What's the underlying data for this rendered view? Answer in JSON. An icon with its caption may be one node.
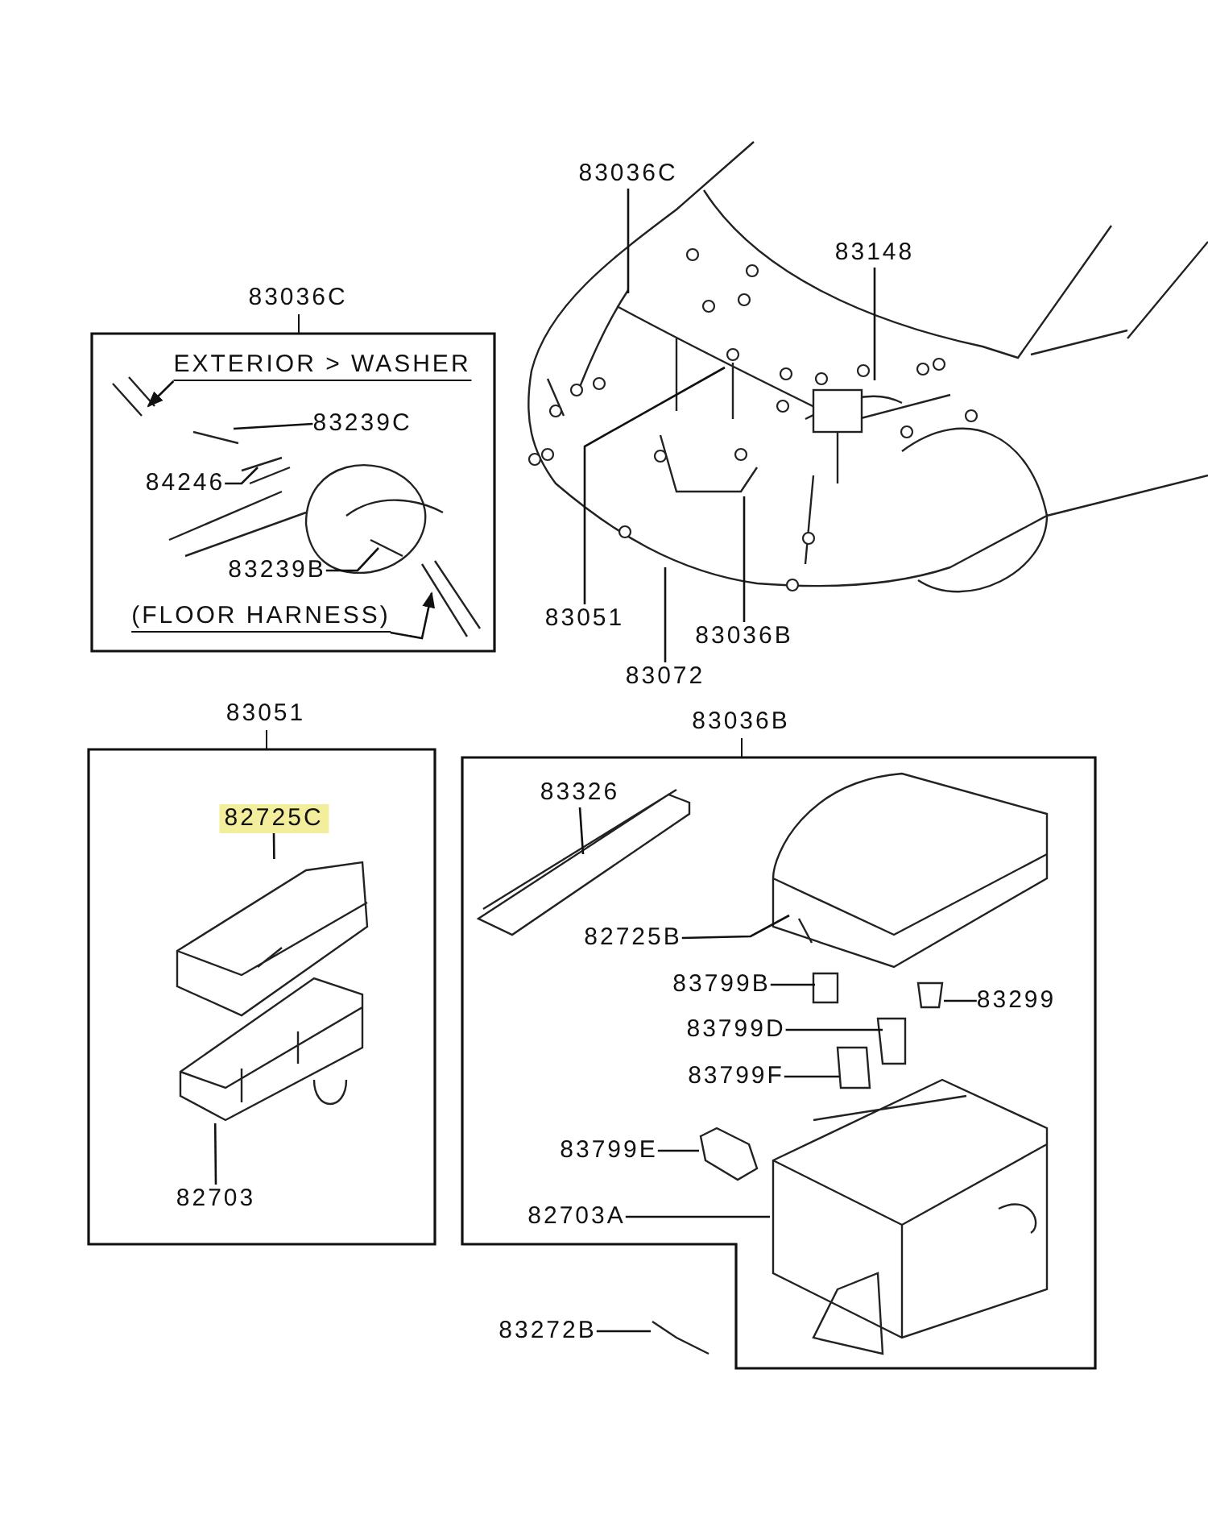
{
  "diagram": {
    "nodes": [
      {
        "text": [
          "83036C"
        ]
      },
      {
        "text": [
          "83148"
        ]
      },
      {
        "text": [
          "83051"
        ]
      },
      {
        "text": [
          "83036B"
        ]
      },
      {
        "text": [
          "83072"
        ]
      },
      {
        "text": [
          "83036C"
        ]
      },
      {
        "text": [
          "EXTERIOR > WASHER"
        ],
        "in": 5
      },
      {
        "text": [
          "83239C"
        ],
        "in": 5
      },
      {
        "text": [
          "84246"
        ],
        "in": 5
      },
      {
        "text": [
          "83239B"
        ],
        "in": 5
      },
      {
        "text": [
          "(FLOOR HARNESS)"
        ],
        "in": 5
      },
      {
        "text": [
          "83051"
        ]
      },
      {
        "text": [
          "82725C"
        ],
        "in": 11
      },
      {
        "text": [
          "82703"
        ],
        "in": 11
      },
      {
        "text": [
          "83036B"
        ]
      },
      {
        "text": [
          "83326"
        ],
        "in": 14
      },
      {
        "text": [
          "82725B"
        ],
        "in": 14
      },
      {
        "text": [
          "83799B"
        ],
        "in": 14
      },
      {
        "text": [
          "83299"
        ],
        "in": 14
      },
      {
        "text": [
          "83799D"
        ],
        "in": 14
      },
      {
        "text": [
          "83799F"
        ],
        "in": 14
      },
      {
        "text": [
          "83799E"
        ],
        "in": 14
      },
      {
        "text": [
          "82703A"
        ],
        "in": 14
      },
      {
        "text": [
          "83272B"
        ]
      },
      {
        "text": [],
        "shape": "picture",
        "in": 11
      },
      {
        "text": [],
        "shape": "picture",
        "in": 11
      }
    ],
    "edges": [
      {
        "from": 0,
        "to": null,
        "arrow": "none"
      },
      {
        "from": 1,
        "to": null,
        "arrow": "none"
      },
      {
        "from": 2,
        "to": null,
        "arrow": "none"
      },
      {
        "from": 3,
        "to": null,
        "arrow": "none"
      },
      {
        "from": 4,
        "to": null,
        "arrow": "none"
      },
      {
        "from": 6,
        "to": null,
        "arrow": "to"
      },
      {
        "from": 7,
        "to": null,
        "arrow": "none"
      },
      {
        "from": 8,
        "to": null,
        "arrow": "none"
      },
      {
        "from": 9,
        "to": null,
        "arrow": "none"
      },
      {
        "from": 10,
        "to": null,
        "arrow": "to"
      },
      {
        "from": 12,
        "to": 25,
        "arrow": "none"
      },
      {
        "from": 13,
        "to": 24,
        "arrow": "none"
      },
      {
        "from": 15,
        "to": null,
        "arrow": "none"
      },
      {
        "from": 16,
        "to": null,
        "arrow": "none"
      },
      {
        "from": 17,
        "to": null,
        "arrow": "none"
      },
      {
        "from": 18,
        "to": null,
        "arrow": "none"
      },
      {
        "from": 19,
        "to": null,
        "arrow": "none"
      },
      {
        "from": 20,
        "to": null,
        "arrow": "none"
      },
      {
        "from": 21,
        "to": null,
        "arrow": "none"
      },
      {
        "from": 22,
        "to": null,
        "arrow": "none"
      },
      {
        "from": 23,
        "to": null,
        "arrow": "none"
      }
    ]
  }
}
